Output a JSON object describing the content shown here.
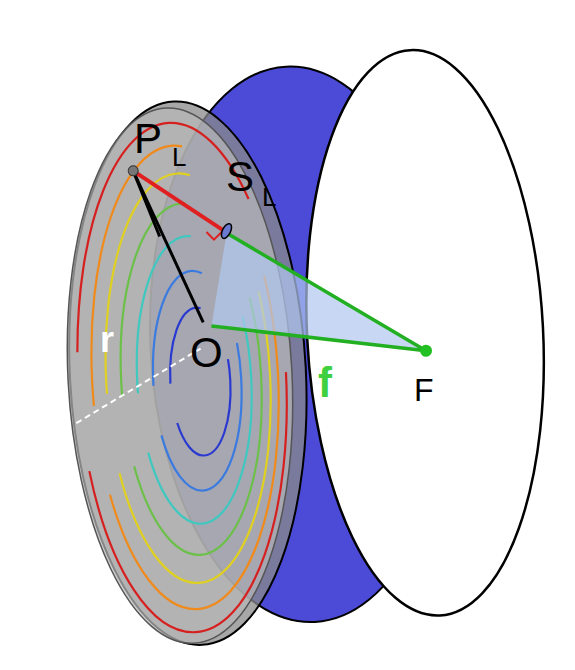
{
  "diagram": {
    "labels": [
      "P",
      "L",
      "S",
      "L",
      "r",
      "O",
      "f",
      "F"
    ]
  }
}
